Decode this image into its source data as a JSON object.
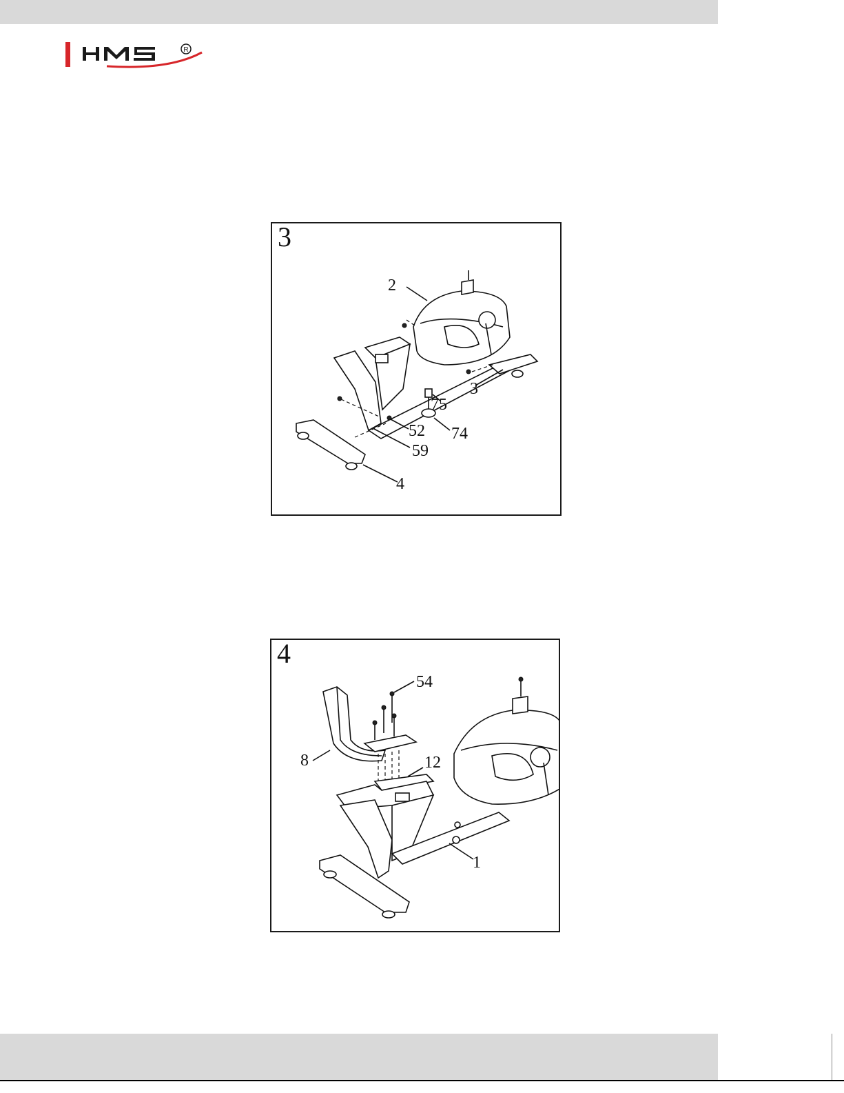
{
  "brand": {
    "name": "HMS",
    "registered_mark": "R",
    "colors": {
      "accent": "#d7262a",
      "text": "#111111",
      "bar": "#d9d9d9"
    }
  },
  "figures": [
    {
      "step": "3",
      "callouts": [
        "2",
        "3",
        "75",
        "74",
        "52",
        "59",
        "4"
      ]
    },
    {
      "step": "4",
      "callouts": [
        "54",
        "8",
        "12",
        "1"
      ]
    }
  ]
}
